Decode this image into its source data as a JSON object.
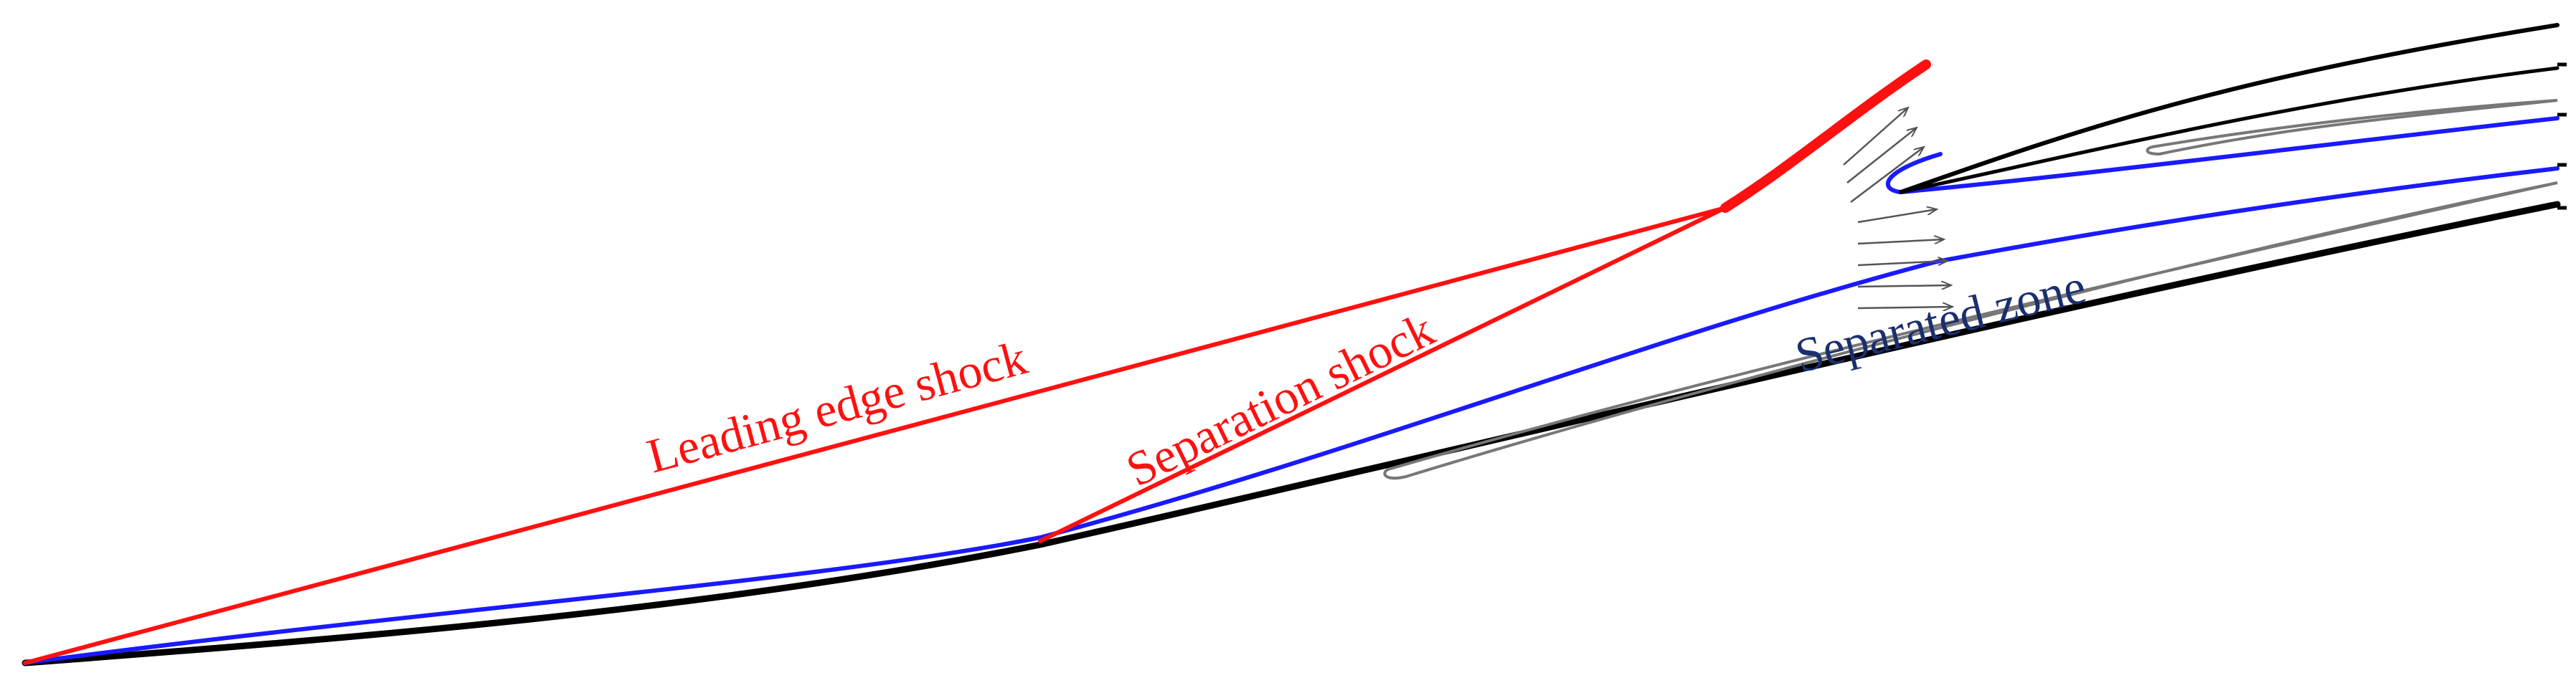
{
  "labels": {
    "leading_edge_shock": "Leading edge shock",
    "separation_shock": "Separation shock",
    "separated_zone": "Separated zone"
  },
  "colors": {
    "shock": "#ff1010",
    "streamline": "#1a1aff",
    "surface": "#000000",
    "recirculation": "#777777",
    "zone_label": "#1a2f6e",
    "background": "#ffffff"
  }
}
